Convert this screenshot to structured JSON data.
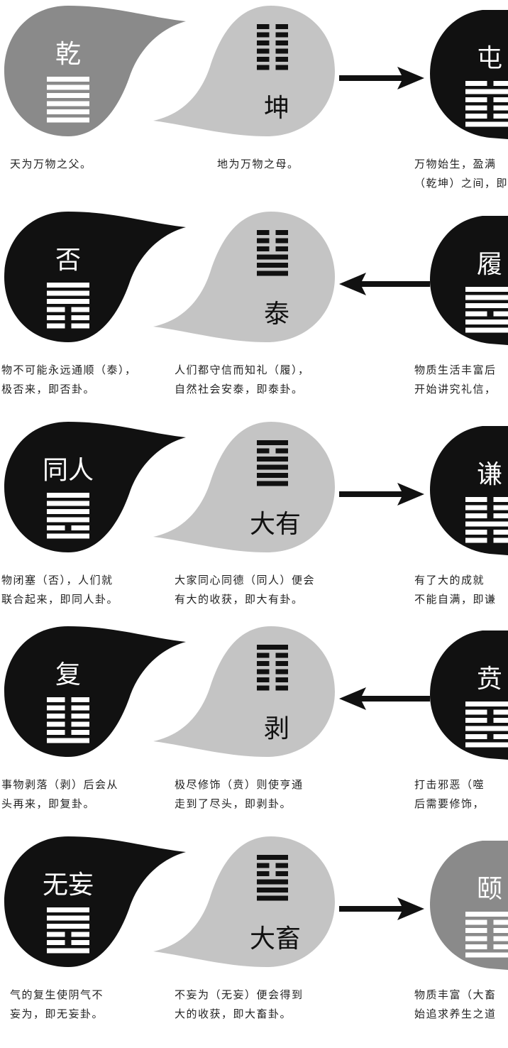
{
  "colors": {
    "black": "#111111",
    "gray_dark": "#8a8a8a",
    "gray_light": "#c4c4c4",
    "white": "#ffffff",
    "arrow": "#111111",
    "text": "#222222"
  },
  "rows": [
    {
      "left": {
        "name": "乾",
        "lines": [
          1,
          1,
          1,
          1,
          1,
          1
        ],
        "color": "gray_dark",
        "caption": [
          "天为万物之父。"
        ]
      },
      "mid": {
        "name": "坤",
        "lines": [
          0,
          0,
          0,
          0,
          0,
          0
        ],
        "color": "gray_light",
        "caption": [
          "地为万物之母。"
        ]
      },
      "right": {
        "name": "屯",
        "lines": [
          0,
          1,
          0,
          0,
          0,
          1
        ],
        "color": "black",
        "caption": [
          "万物始生，盈满",
          "（乾坤）之间，即"
        ]
      },
      "arrow": "right"
    },
    {
      "left": {
        "name": "否",
        "lines": [
          1,
          1,
          1,
          0,
          0,
          0
        ],
        "color": "black",
        "caption": [
          "物不可能永远通顺（泰），",
          "极否来，即否卦。"
        ]
      },
      "mid": {
        "name": "泰",
        "lines": [
          0,
          0,
          0,
          1,
          1,
          1
        ],
        "color": "gray_light",
        "caption": [
          "人们都守信而知礼（履），",
          "自然社会安泰，即泰卦。"
        ]
      },
      "right": {
        "name": "履",
        "lines": [
          1,
          1,
          1,
          0,
          1,
          1
        ],
        "color": "black",
        "caption": [
          "物质生活丰富后",
          "开始讲究礼信，"
        ]
      },
      "arrow": "left"
    },
    {
      "left": {
        "name": "同人",
        "lines": [
          1,
          1,
          1,
          1,
          0,
          1
        ],
        "color": "black",
        "caption": [
          "物闭塞（否），人们就",
          "联合起来，即同人卦。"
        ]
      },
      "mid": {
        "name": "大有",
        "lines": [
          1,
          0,
          1,
          1,
          1,
          1
        ],
        "color": "gray_light",
        "caption": [
          "大家同心同德（同人）便会",
          "有大的收获，即大有卦。"
        ]
      },
      "right": {
        "name": "谦",
        "lines": [
          0,
          0,
          0,
          1,
          0,
          0
        ],
        "color": "black",
        "caption": [
          "有了大的成就",
          "不能自满，即谦"
        ]
      },
      "arrow": "right"
    },
    {
      "left": {
        "name": "复",
        "lines": [
          0,
          0,
          0,
          0,
          0,
          1
        ],
        "color": "black",
        "caption": [
          "事物剥落（剥）后会从",
          "头再来，即复卦。"
        ]
      },
      "mid": {
        "name": "剥",
        "lines": [
          1,
          0,
          0,
          0,
          0,
          0
        ],
        "color": "gray_light",
        "caption": [
          "极尽修饰（贲）则使亨通",
          "走到了尽头，即剥卦。"
        ]
      },
      "right": {
        "name": "贲",
        "lines": [
          1,
          0,
          0,
          1,
          0,
          1
        ],
        "color": "black",
        "caption": [
          "打击邪恶（噬",
          "后需要修饰，"
        ]
      },
      "arrow": "left"
    },
    {
      "left": {
        "name": "无妄",
        "lines": [
          1,
          1,
          1,
          0,
          0,
          1
        ],
        "color": "black",
        "caption": [
          "气的复生使阴气不",
          "妄为，即无妄卦。"
        ]
      },
      "mid": {
        "name": "大畜",
        "lines": [
          1,
          0,
          0,
          1,
          1,
          1
        ],
        "color": "gray_light",
        "caption": [
          "不妄为（无妄）便会得到",
          "大的收获，即大畜卦。"
        ]
      },
      "right": {
        "name": "颐",
        "lines": [
          1,
          0,
          0,
          0,
          0,
          1
        ],
        "color": "gray_dark",
        "caption": [
          "物质丰富（大畜",
          "始追求养生之道"
        ]
      },
      "arrow": "right"
    }
  ]
}
